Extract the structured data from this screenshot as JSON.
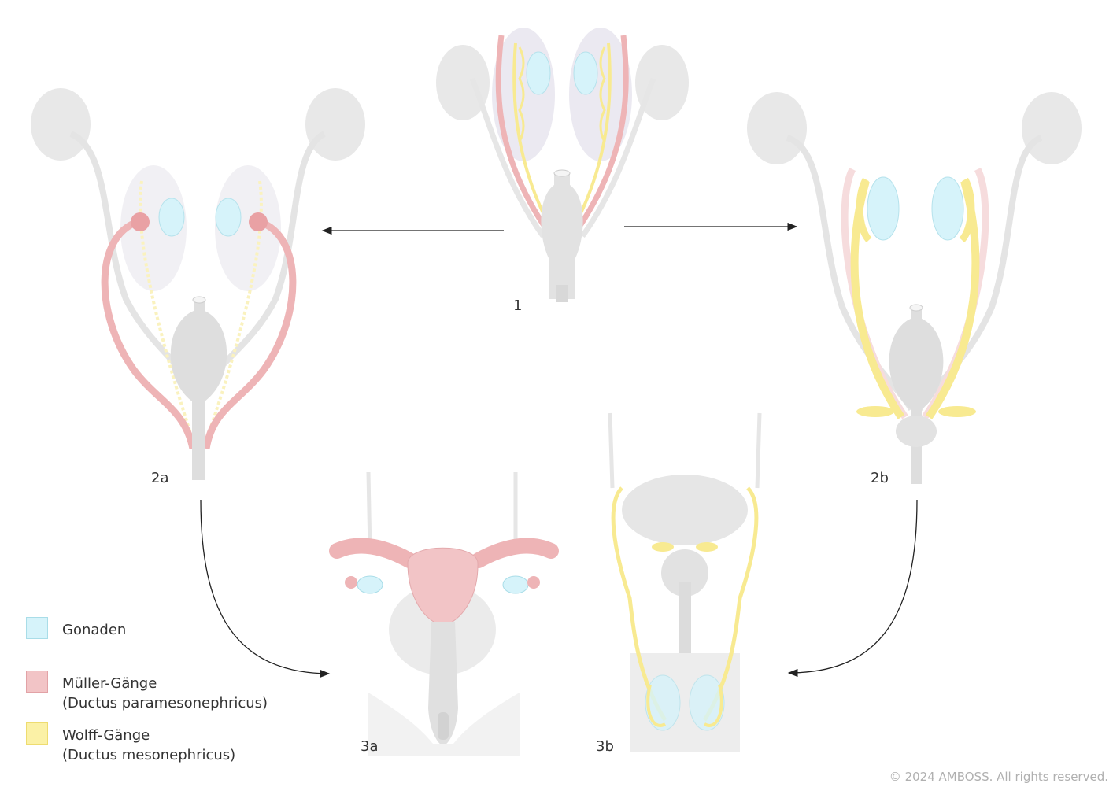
{
  "labels": {
    "stage1": "1",
    "stage2a": "2a",
    "stage2b": "2b",
    "stage3a": "3a",
    "stage3b": "3b"
  },
  "legend": [
    {
      "label": "Gonaden",
      "sub": "",
      "color": "#d6f3fa",
      "border": "#a9dde8"
    },
    {
      "label": "Müller-Gänge",
      "sub": "(Ductus paramesonephricus)",
      "color": "#f2c4c6",
      "border": "#e2a2a6"
    },
    {
      "label": "Wolff-Gänge",
      "sub": "(Ductus mesonephricus)",
      "color": "#fbf1a6",
      "border": "#eedc70"
    }
  ],
  "copyright": "© 2024 AMBOSS. All rights reserved.",
  "colors": {
    "gray": "#e4e4e4",
    "gray_dark": "#cfcfcf",
    "pink": "#eeb4b6",
    "yellow": "#f8ea91",
    "blue": "#d6f3fa",
    "arrow": "#222222"
  }
}
